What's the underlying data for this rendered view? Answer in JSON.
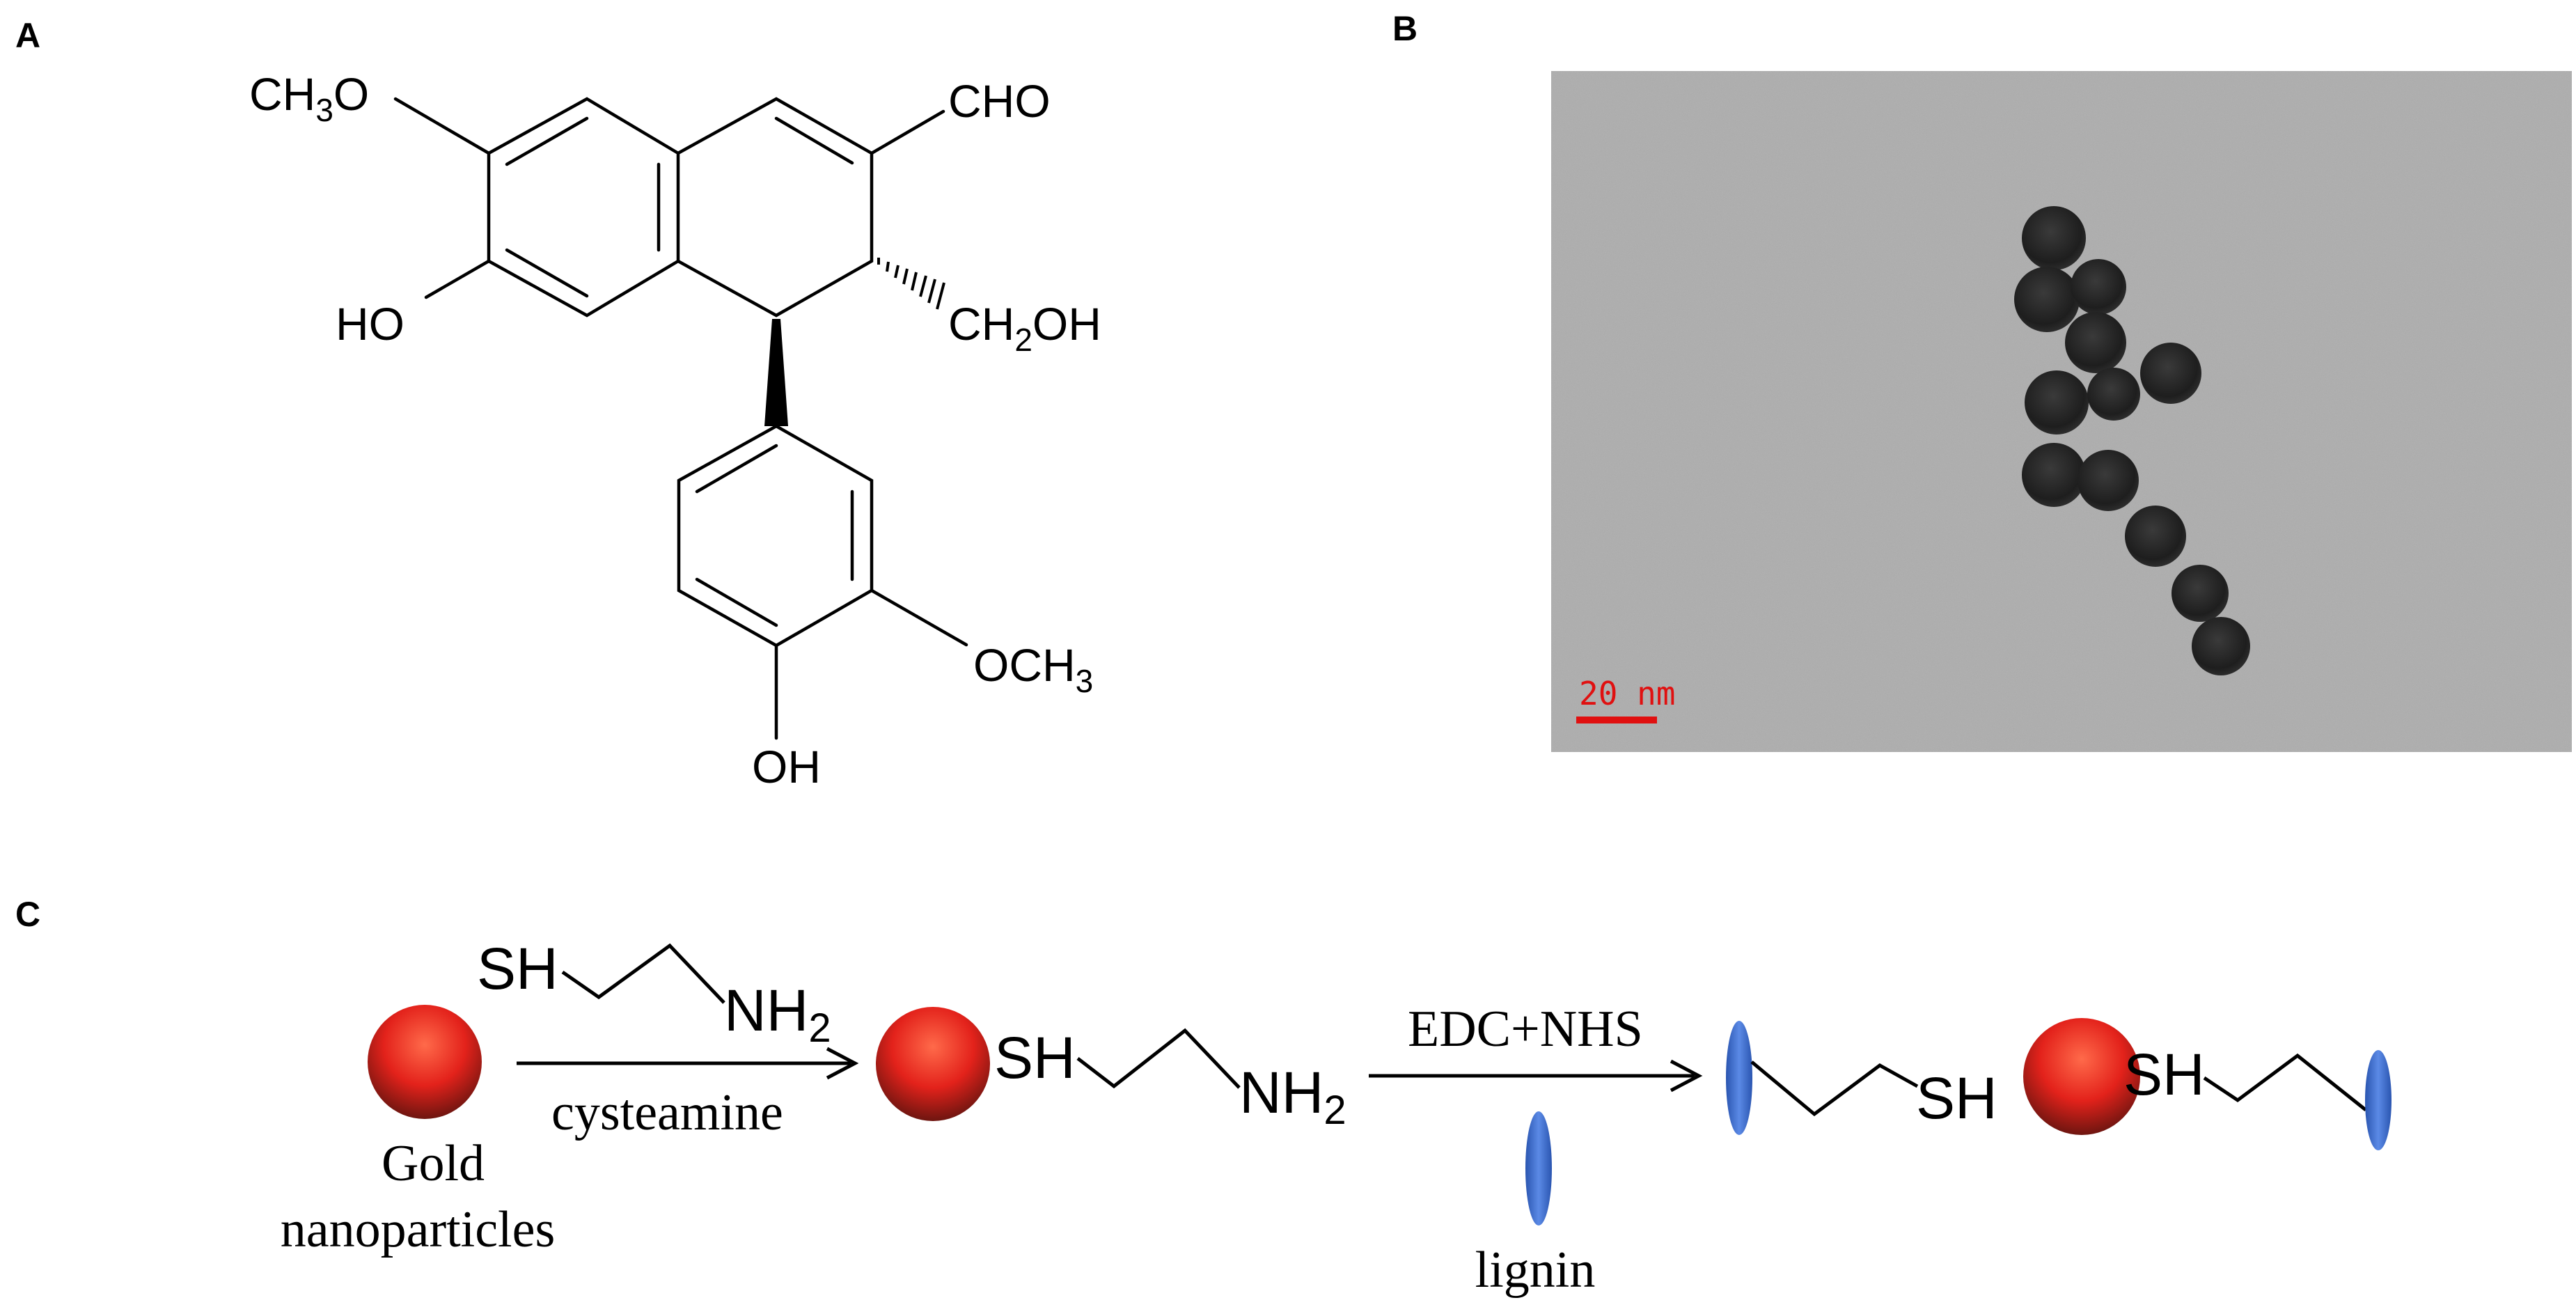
{
  "panels": {
    "a": "A",
    "b": "B",
    "c": "C"
  },
  "structure": {
    "ch3o": {
      "main": "CH",
      "sub": "3",
      "tail": "O"
    },
    "cho": "CHO",
    "ho": "HO",
    "ch2oh": {
      "main": "CH",
      "sub": "2",
      "tail": "OH"
    },
    "och3": {
      "main": "OCH",
      "sub": "3"
    },
    "oh": "OH"
  },
  "tem": {
    "scale_label": "20 nm",
    "scale_color": "#e01010"
  },
  "scheme": {
    "sh": "SH",
    "nh2": {
      "main": "NH",
      "sub": "2"
    },
    "reagent1": "cysteamine",
    "reagent2_top": "EDC+NHS",
    "reagent2_bottom": "lignin",
    "gold_line1": "Gold",
    "gold_line2": "nanoparticles"
  },
  "colors": {
    "gold_particle": "#e8302a",
    "lignin": "#3d6fd1"
  }
}
